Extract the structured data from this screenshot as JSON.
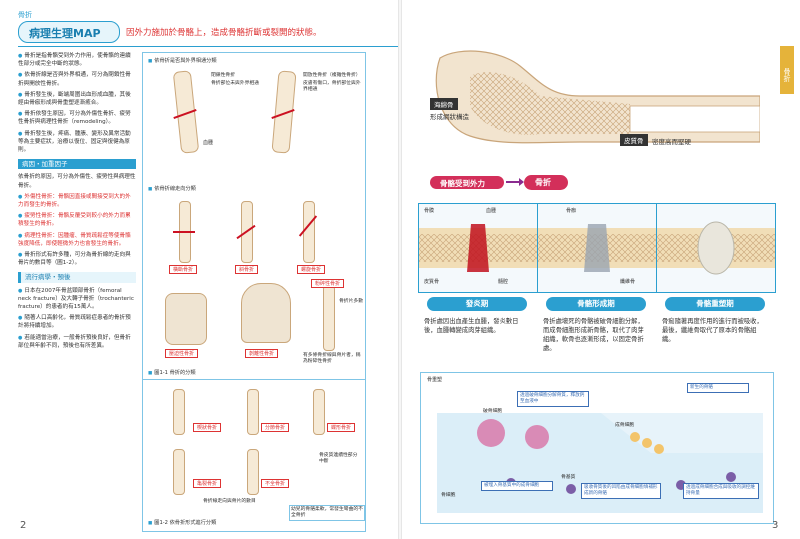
{
  "header": {
    "tag": "骨折",
    "title": "病理生理MAP",
    "desc": "因外力施加於骨骼上，造成骨骼折斷或裂開的狀態。"
  },
  "left_text": {
    "p1": "骨折是指骨骼受到外力作用，使骨骼的連續性部分或完全中斷的狀態。",
    "p2": "依骨折線是否與外界相通，可分為閉鎖性骨折與開放性骨折。",
    "p3": "骨折發生後，斷端周圍出血形成血腫，其後經由骨痂形成與骨重塑逐漸癒合。",
    "p4": "骨折依發生原因，可分為外傷性骨折、疲勞性骨折與病理性骨折（remodeling）。",
    "p5": "骨折發生後，疼痛、腫脹、變形及異常活動等為主要症狀，治療以復位、固定與復健為原則。",
    "sec1": "病因・加重因子",
    "p6": "依骨折的原因，可分為外傷性、疲勞性與病理性骨折。",
    "p7": "外傷性骨折：骨骼因直接或間接受到大的外力而發生的骨折。",
    "p8": "疲勞性骨折：骨骼反覆受到較小的外力而累積發生的骨折。",
    "p9": "病理性骨折：因腫瘤、骨質疏鬆症等使骨骼強度降低，即使輕微外力也會發生的骨折。",
    "p10": "骨折形式有許多種，可分為骨折線的走向與骨片的數目等（圖1-2）。",
    "sec2": "流行病學・預後",
    "p11": "日本在2007年骨盆頸部骨折（femoral neck fracture）及大轉子骨折（trochanteric fracture）的患者約有15萬人。",
    "p12": "隨著人口高齡化，骨質疏鬆症患者的骨折預計將持續增加。",
    "p13": "若能適當治療，一般骨折預後良好，但骨折部位與年齡不同，預後也有所差異。"
  },
  "figure": {
    "cap1": "依骨折是否與外界相通分類",
    "closed": "閉鎖性骨折",
    "closed_desc": "骨折部位未與外界相通",
    "open": "開放性骨折（複雜性骨折）",
    "open_desc": "皮膚有傷口，骨折部位與外界相通",
    "blood": "血腫",
    "cap2": "依骨折線走向分類",
    "t1": "橫斷骨折",
    "t2": "斜骨折",
    "t3": "螺旋骨折",
    "t4": "壓迫性骨折",
    "t5": "剝離性骨折",
    "t6": "粉碎性骨折",
    "t6_desc": "骨折片多數",
    "t6_note": "有多條骨折線與骨片者，稱為粉碎性骨折",
    "fig1": "圖1-1 骨折的分類",
    "t7": "楔狀骨折",
    "t8": "分節骨折",
    "t9": "蝶形骨折",
    "t10": "亀裂骨折",
    "t11": "不全骨折",
    "t11_desc": "骨皮質連續性部分中斷",
    "t12": "骨折線走向與骨片的數目",
    "t12_note": "幼兒的骨骼柔軟，常發生彎曲的不全骨折",
    "fig2": "圖1-2 依骨折形式進行分類"
  },
  "right": {
    "tab": "骨折",
    "spongy": "海綿骨",
    "spongy_desc": "形成網狀構造",
    "cortical": "皮質骨",
    "cortical_desc": "密度高而堅硬",
    "force": "骨骼受到外力",
    "fracture": "骨折",
    "lbl_bone": "骨膜",
    "lbl_blood": "血腫",
    "lbl_skin": "皮質骨",
    "lbl_marrow": "髓腔",
    "lbl_callus": "骨痂",
    "lbl_fibro": "纖維骨",
    "stage1": "發炎期",
    "stage1_txt": "骨折處因出血產生血腫，發炎數日後，血腫轉變成肉芽組織。",
    "stage2": "骨骼形成期",
    "stage2_txt": "骨折處壞死的骨骼被破骨細胞分解，而成骨細胞形成新骨骼，取代了肉芽組織，軟骨也逐漸形成，以固定骨折處。",
    "stage3": "骨骼重塑期",
    "stage3_txt": "骨痂隨著再度作用的進行而被吸收，最後，纖維骨取代了原本的骨骼組織。",
    "cell_cap": "骨重塑",
    "cell1": "破骨細胞",
    "cell1_desc": "透過破骨細胞分解骨質，釋放鈣至血液中",
    "cell2": "成骨細胞",
    "cell2_desc": "新生的骨骼",
    "cell3": "骨細胞",
    "cell3_desc": "被埋入骨基質中的成骨細胞",
    "cell4": "骨基質",
    "cell4_desc": "吸收骨質後的凹陷由成骨細胞填補形成新的骨骼",
    "cell5_desc": "透過成骨細胞合成與吸收的調控維持骨量"
  },
  "pages": {
    "left": "2",
    "right": "3"
  }
}
